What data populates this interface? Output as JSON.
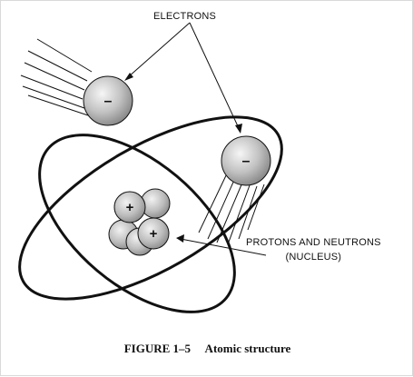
{
  "labels": {
    "electrons": "ELECTRONS",
    "protons_neutrons": "PROTONS AND NEUTRONS",
    "nucleus": "(NUCLEUS)"
  },
  "caption": "FIGURE 1–5     Atomic structure",
  "symbols": {
    "electron": "–",
    "proton": "+"
  },
  "colors": {
    "line": "#111111",
    "sphere_light": "#f4f4f4",
    "sphere_dark": "#8d8d8d"
  }
}
